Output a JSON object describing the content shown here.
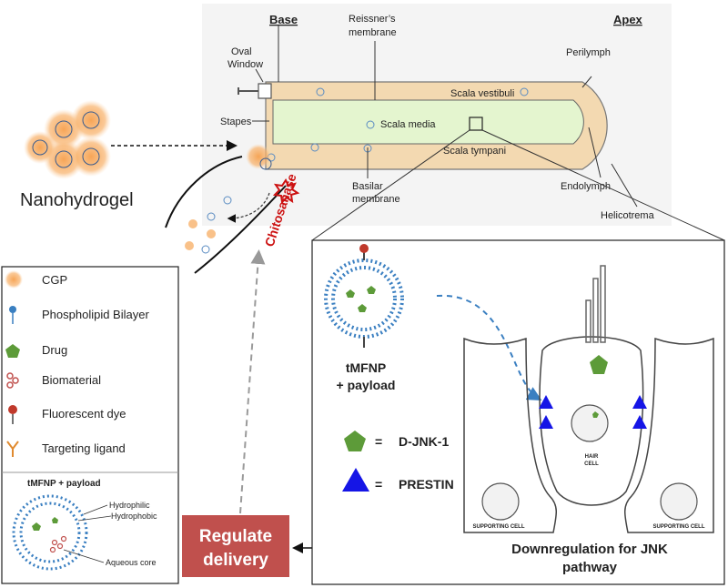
{
  "cochlea": {
    "base": "Base",
    "apex": "Apex",
    "reissners": [
      "Reissner’s",
      "membrane"
    ],
    "oval_window": [
      "Oval",
      "Window"
    ],
    "perilymph": "Perilymph",
    "scala_vestibuli": "Scala vestibuli",
    "stapes": "Stapes",
    "scala_media": "Scala media",
    "scala_tympani": "Scala tympani",
    "endolymph": "Endolymph",
    "basilar": [
      "Basilar",
      "membrane"
    ],
    "helicotrema": "Helicotrema"
  },
  "nanohydrogel": "Nanohydrogel",
  "chitosanase": "Chitosanase",
  "legend": {
    "items": [
      {
        "label": "CGP",
        "icon": "cgp-icon"
      },
      {
        "label": "Phospholipid Bilayer",
        "icon": "phospholipid-icon"
      },
      {
        "label": "Drug",
        "icon": "drug-pentagon-icon"
      },
      {
        "label": "Biomaterial",
        "icon": "biomaterial-icon"
      },
      {
        "label": "Fluorescent dye",
        "icon": "fluorescent-dye-icon"
      },
      {
        "label": "Targeting ligand",
        "icon": "targeting-ligand-icon"
      }
    ],
    "inset_title": "tMFNP + payload",
    "hydrophilic": "Hydrophilic",
    "hydrophobic": "Hydrophobic",
    "aqueous_core": "Aqueous core"
  },
  "regulate": [
    "Regulate",
    "delivery"
  ],
  "detail": {
    "tmfnp": [
      "tMFNP",
      "+ payload"
    ],
    "djnk_eq": "=",
    "djnk": "D-JNK-1",
    "prestin_eq": "=",
    "prestin": "PRESTIN",
    "hair_cell": [
      "HAIR",
      "CELL"
    ],
    "supporting_left": "SUPPORTING CELL",
    "supporting_right": "SUPPORTING CELL",
    "downregulation": [
      "Downregulation for JNK",
      "pathway"
    ]
  },
  "colors": {
    "cgp_orange": "#f6a04d",
    "scala_tan": "#f3d9b1",
    "scala_media_green": "#e4f5cf",
    "drug_green": "#5d9b39",
    "prestin_blue": "#1515e6",
    "regulate_red": "#c0504d",
    "chitosanase_red": "#cc1111",
    "phospholipid_blue": "#3a7fc1"
  }
}
